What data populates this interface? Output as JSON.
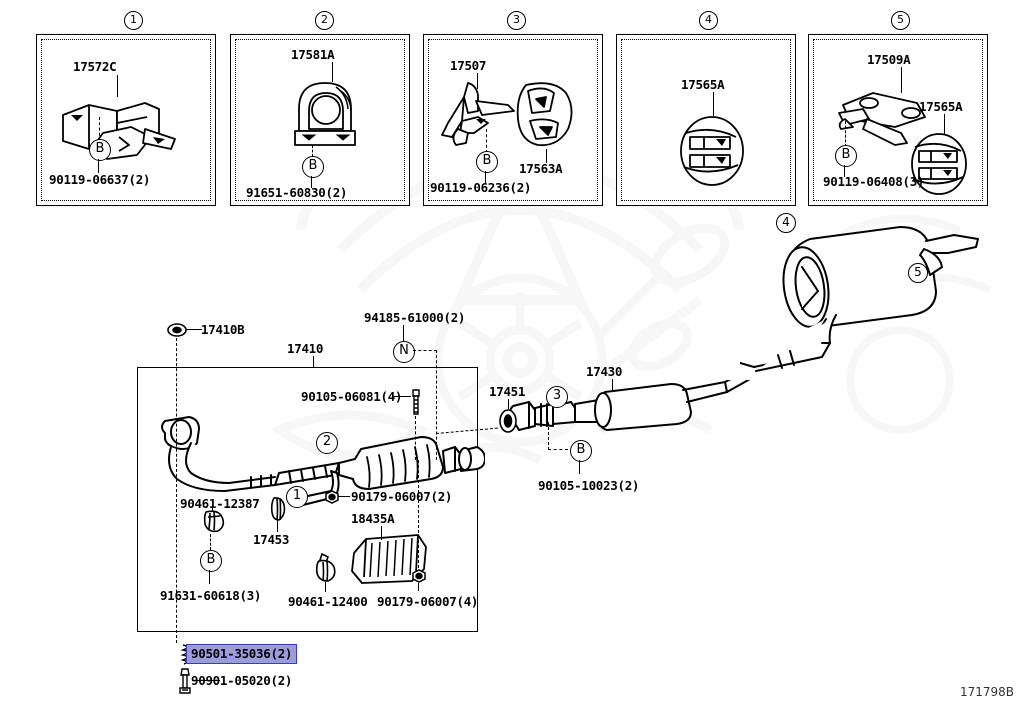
{
  "figure": {
    "id_code": "171798B",
    "watermark": "toyota-parts-watermark"
  },
  "inset_boxes": [
    {
      "number": "1",
      "parts": [
        {
          "code": "17572C",
          "role": "primary"
        },
        {
          "code": "90119-06637(2)",
          "role": "bolt",
          "marker": "B"
        }
      ]
    },
    {
      "number": "2",
      "parts": [
        {
          "code": "17581A",
          "role": "primary"
        },
        {
          "code": "91651-60830(2)",
          "role": "bolt",
          "marker": "B"
        }
      ]
    },
    {
      "number": "3",
      "parts": [
        {
          "code": "17507",
          "role": "primary"
        },
        {
          "code": "17563A",
          "role": "secondary"
        },
        {
          "code": "90119-06236(2)",
          "role": "bolt",
          "marker": "B"
        }
      ]
    },
    {
      "number": "4",
      "parts": [
        {
          "code": "17565A",
          "role": "primary"
        }
      ]
    },
    {
      "number": "5",
      "parts": [
        {
          "code": "17509A",
          "role": "primary"
        },
        {
          "code": "17565A",
          "role": "secondary"
        },
        {
          "code": "90119-06408(3)",
          "role": "bolt",
          "marker": "B"
        }
      ]
    }
  ],
  "main_diagram": {
    "labels": [
      {
        "code": "17410B"
      },
      {
        "code": "17410"
      },
      {
        "code": "94185-61000(2)",
        "marker": "N"
      },
      {
        "code": "90105-06081(4)"
      },
      {
        "code": "17451"
      },
      {
        "code": "17430"
      },
      {
        "code": "90105-10023(2)",
        "marker": "B"
      },
      {
        "code": "90179-06007(2)"
      },
      {
        "code": "90461-12387"
      },
      {
        "code": "17453"
      },
      {
        "code": "18435A"
      },
      {
        "code": "91631-60618(3)",
        "marker": "B"
      },
      {
        "code": "90461-12400"
      },
      {
        "code": "90179-06007(4)"
      }
    ],
    "callout_circles": [
      "1",
      "2",
      "3",
      "4",
      "5"
    ]
  },
  "selection": {
    "code": "90501-35036(2)",
    "highlight_bg": "#9c9cdb",
    "highlight_border": "#3b3bbf"
  },
  "below_box": [
    {
      "code": "90901-05020(2)"
    }
  ]
}
